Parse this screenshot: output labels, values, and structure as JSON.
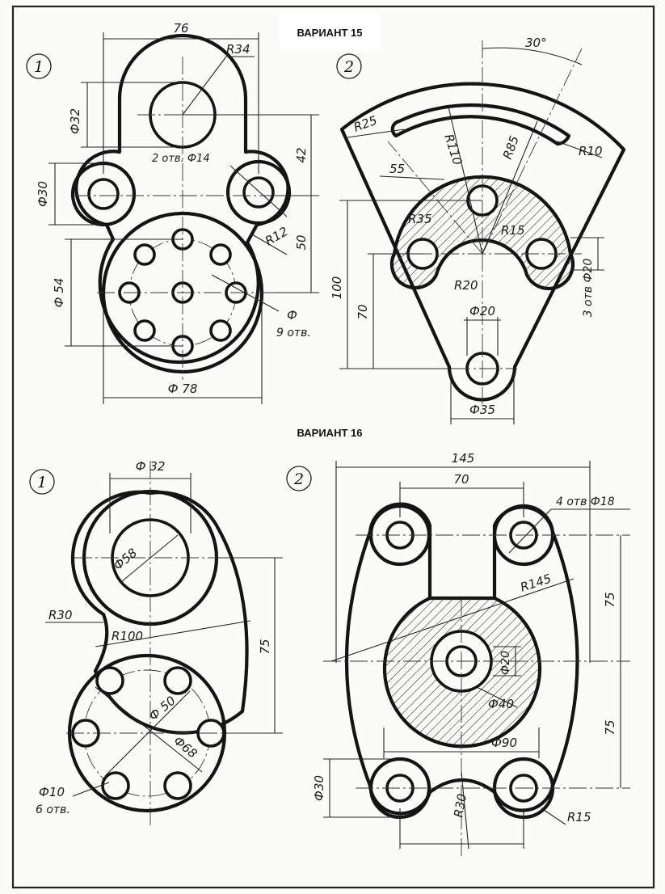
{
  "variant15": {
    "title": "ВАРИАНТ 15",
    "fig1": {
      "num": "1",
      "dims": {
        "w76": "76",
        "r34": "R34",
        "d32": "Ф32",
        "two_holes": "2 отв. Ф14",
        "d30": "Ф30",
        "h42": "42",
        "r12": "R12",
        "h50": "50",
        "d54": "Ф 54",
        "phi": "Ф",
        "nine_holes": "9 отв.",
        "d78": "Ф 78"
      }
    },
    "fig2": {
      "num": "2",
      "dims": {
        "ang30": "30°",
        "r25": "R25",
        "r110": "R110",
        "r85": "R85",
        "r10": "R10",
        "d55": "55",
        "r35": "R35",
        "r15": "R15",
        "r20": "R20",
        "h100": "100",
        "h70": "70",
        "d20": "Ф20",
        "three_holes": "3 отв Ф20",
        "d35": "Ф35"
      }
    }
  },
  "variant16": {
    "title": "ВАРИАНТ 16",
    "fig1": {
      "num": "1",
      "dims": {
        "d32": "Ф 32",
        "d58": "Ф58",
        "r30": "R30",
        "r100": "R100",
        "h75": "75",
        "d50": "Ф 50",
        "d68": "Ф68",
        "d10": "Ф10",
        "six_holes": "6 отв."
      }
    },
    "fig2": {
      "num": "2",
      "dims": {
        "w145": "145",
        "w70": "70",
        "four_holes": "4 отв Ф18",
        "r145": "R145",
        "h75a": "75",
        "d20": "Ф20",
        "d40": "Ф40",
        "h75b": "75",
        "d90": "Ф90",
        "d30": "Ф30",
        "r30": "R30",
        "r15": "R15"
      }
    }
  }
}
